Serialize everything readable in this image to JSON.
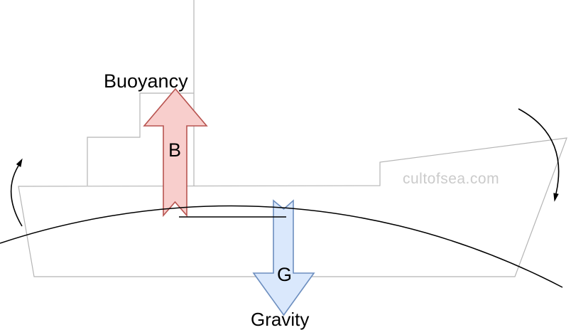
{
  "diagram": {
    "type": "ship-longitudinal-stress-diagram",
    "labels": {
      "buoyancy": "Buoyancy",
      "buoyancy_symbol": "B",
      "gravity_symbol": "G",
      "gravity": "Gravity"
    },
    "watermark": {
      "text": "cultofsea.com",
      "color": "#cbcbcb"
    },
    "colors": {
      "buoyancy_fill": "#f8cecc",
      "buoyancy_stroke": "#b85450",
      "gravity_fill": "#dae8fc",
      "gravity_stroke": "#6c8ebf",
      "ship_stroke": "#b5b5b5",
      "curve_stroke": "#000000",
      "label_color": "#000000"
    }
  }
}
